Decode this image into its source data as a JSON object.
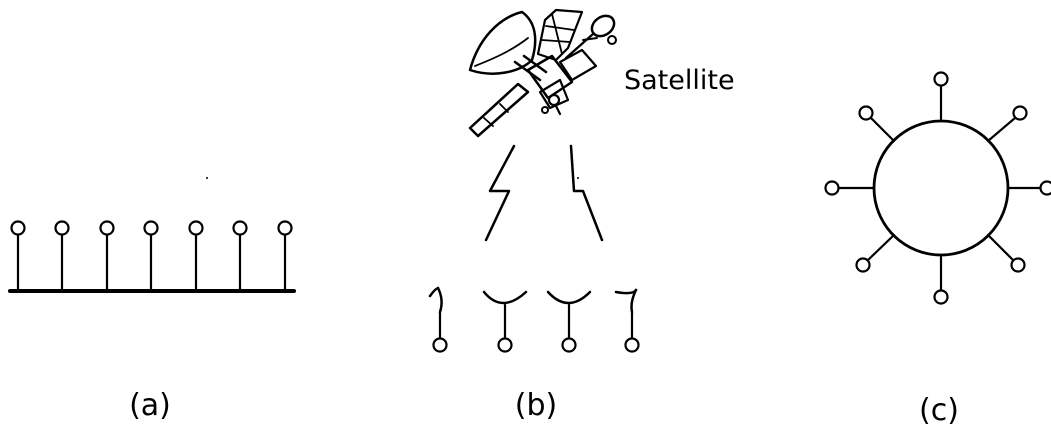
{
  "captions": {
    "a": "(a)",
    "b": "(b)",
    "c": "(c)"
  },
  "satellite_label": "Satellite",
  "colors": {
    "ink": "#000000",
    "background": "#ffffff"
  },
  "nodes": {
    "bus_nodes": 7,
    "dish_nodes": 4,
    "ring_nodes": 8
  }
}
